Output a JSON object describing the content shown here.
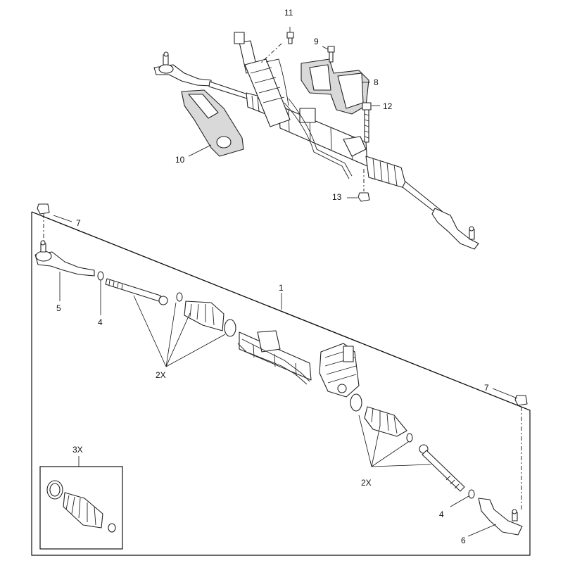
{
  "callouts": {
    "c1": "1",
    "c2x_left": "2X",
    "c2x_right": "2X",
    "c3x": "3X",
    "c4_left": "4",
    "c4_right": "4",
    "c5": "5",
    "c6": "6",
    "c7_left": "7",
    "c7_right": "7",
    "c8": "8",
    "c9": "9",
    "c10": "10",
    "c11": "11",
    "c12": "12",
    "c13": "13"
  }
}
